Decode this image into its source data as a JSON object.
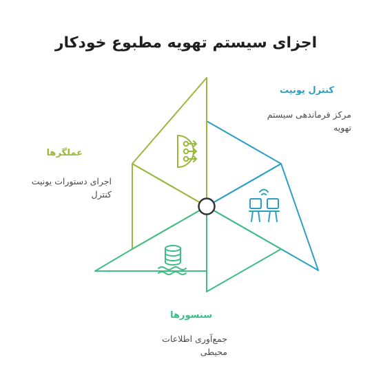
{
  "title": "اجزای سیستم تهویه مطبوع خودکار",
  "components": [
    {
      "heading": "کنترل یونیت",
      "description": "مرکز فرماندهی سیستم تهویه",
      "color": "#2a9fc4",
      "icon": "control-panel-icon"
    },
    {
      "heading": "عملگرها",
      "description": "اجرای دستورات یونیت کنترل",
      "color": "#9ab83a",
      "icon": "actuator-logic-icon"
    },
    {
      "heading": "سنسورها",
      "description": "جمع‌آوری اطلاعات محیطی",
      "color": "#3ebd84",
      "icon": "sensor-database-icon"
    }
  ],
  "colors": {
    "title": "#1f1f1f",
    "description": "#4a4a4a",
    "center": "#333333"
  }
}
